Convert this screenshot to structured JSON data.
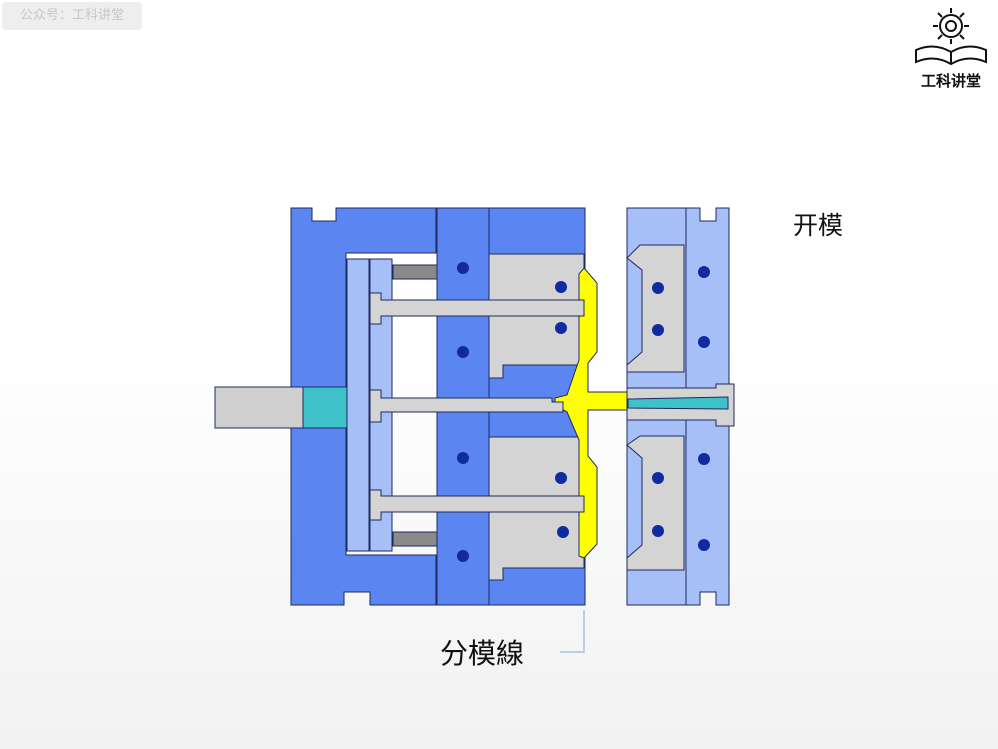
{
  "watermark": "公众号：工科讲堂",
  "logo": {
    "text": "工科讲堂",
    "icon": "gear-book-icon"
  },
  "state_label": "开模",
  "parting_line_label": "分模線",
  "colors": {
    "plate_dark": "#5b86f2",
    "plate_light": "#a7bff7",
    "steel_gray": "#d4d4d4",
    "plastic_yellow": "#ffff00",
    "nozzle_cyan": "#3fc1c9",
    "cooling_dot": "#102aa0"
  }
}
